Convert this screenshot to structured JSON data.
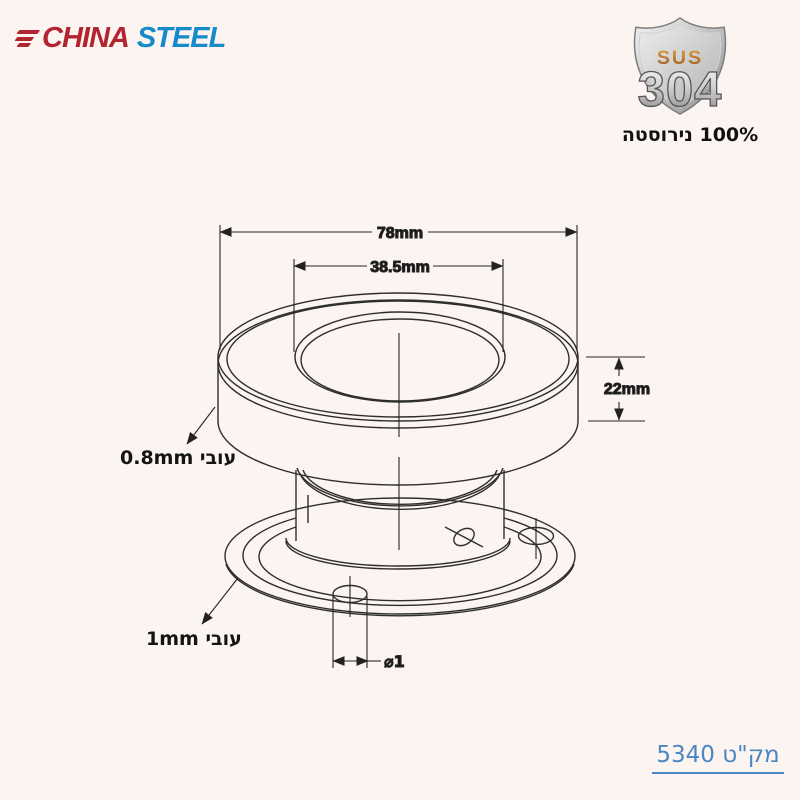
{
  "page": {
    "background": "#fcf4f1"
  },
  "logo": {
    "word1": "CHINA",
    "word2": "STEEL",
    "word1_color": "#b32431",
    "word2_color": "#168aca"
  },
  "badge": {
    "top_text": "SUS",
    "main_text": "304",
    "caption": "100% נירוסטה"
  },
  "drawing": {
    "dims": {
      "outer_diameter": "78mm",
      "inner_diameter": "38.5mm",
      "ring_height": "22mm",
      "hole_diameter": "⌀1"
    },
    "labels": {
      "top_thickness": "עובי 0.8mm",
      "base_thickness": "עובי 1mm"
    },
    "line_color": "#2e2e2e"
  },
  "footer": {
    "sku_label": "מק\"ט 5340",
    "sku_color": "#4a87c2"
  }
}
